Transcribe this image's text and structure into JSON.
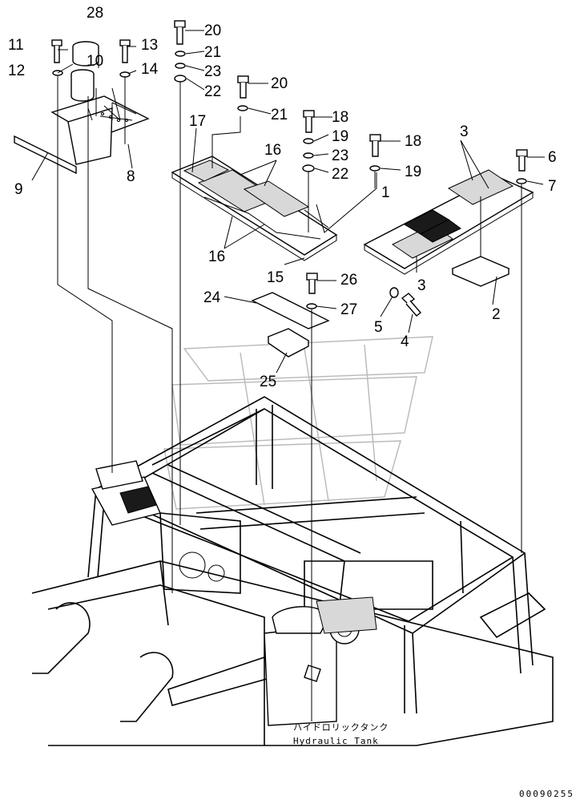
{
  "callouts": {
    "p1": "1",
    "p2": "2",
    "p3a": "3",
    "p3b": "3",
    "p4": "4",
    "p5": "5",
    "p6": "6",
    "p7": "7",
    "p8": "8",
    "p9": "9",
    "p10": "10",
    "p11": "11",
    "p12": "12",
    "p13": "13",
    "p14": "14",
    "p15": "15",
    "p16a": "16",
    "p16b": "16",
    "p17": "17",
    "p18a": "18",
    "p18b": "18",
    "p19a": "19",
    "p19b": "19",
    "p20a": "20",
    "p20b": "20",
    "p21a": "21",
    "p21b": "21",
    "p22a": "22",
    "p22b": "22",
    "p23a": "23",
    "p23b": "23",
    "p24": "24",
    "p25": "25",
    "p26": "26",
    "p27": "27",
    "p28": "28"
  },
  "tank_label": {
    "japanese": "ハイドロリックタンク",
    "english": "Hydraulic Tank"
  },
  "drawing_code": "00090255"
}
